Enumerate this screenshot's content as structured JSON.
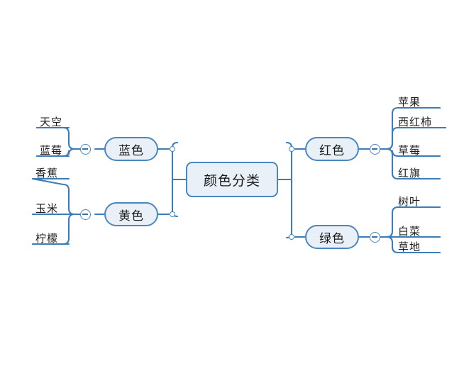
{
  "diagram": {
    "type": "mind-map",
    "title": "颜色分类",
    "background_color": "#ffffff",
    "node_fill": "#e9f0f7",
    "node_border": "#4a87bf",
    "line_color": "#3d7cb5",
    "root": {
      "label": "颜色分类"
    },
    "branches": [
      {
        "id": "blue",
        "label": "蓝色",
        "side": "left",
        "collapsed": false,
        "toggle_state": "minus",
        "children": [
          {
            "label": "天空"
          },
          {
            "label": "蓝莓"
          }
        ]
      },
      {
        "id": "yellow",
        "label": "黄色",
        "side": "left",
        "collapsed": false,
        "toggle_state": "minus",
        "children": [
          {
            "label": "香蕉"
          },
          {
            "label": "玉米"
          },
          {
            "label": "柠檬"
          }
        ]
      },
      {
        "id": "red",
        "label": "红色",
        "side": "right",
        "collapsed": false,
        "toggle_state": "minus",
        "children": [
          {
            "label": "苹果"
          },
          {
            "label": "西红柿"
          },
          {
            "label": "草莓"
          },
          {
            "label": "红旗"
          }
        ]
      },
      {
        "id": "green",
        "label": "绿色",
        "side": "right",
        "collapsed": false,
        "toggle_state": "minus",
        "children": [
          {
            "label": "树叶"
          },
          {
            "label": "白菜"
          },
          {
            "label": "草地"
          }
        ]
      }
    ]
  }
}
